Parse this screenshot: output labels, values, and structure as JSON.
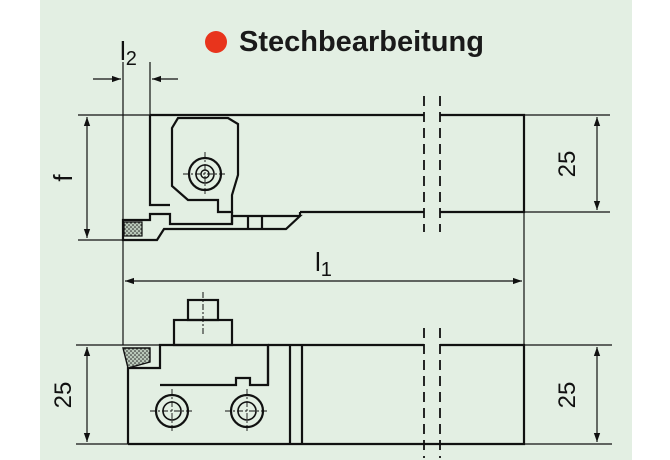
{
  "title": "Stechbearbeitung",
  "colors": {
    "background": "#e3efe3",
    "bullet": "#e8341c",
    "line": "#111111"
  },
  "dimensions": {
    "l2": {
      "letter": "l",
      "sub": "2"
    },
    "l1": {
      "letter": "l",
      "sub": "1"
    },
    "f": "f",
    "top_right_height": "25",
    "bottom_left_height": "25",
    "bottom_right_height": "25"
  }
}
